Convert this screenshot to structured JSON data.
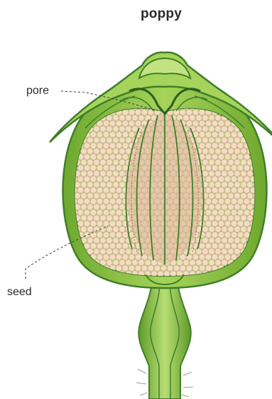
{
  "diagram": {
    "title": "poppy",
    "labels": {
      "pore": "pore",
      "seed": "seed"
    }
  },
  "colors": {
    "outer_green": "#86c13a",
    "light_green": "#b9dc74",
    "dark_green": "#3f7f2a",
    "cavity_green": "#9fcf55",
    "seed_fill": "#f4dcc4",
    "seed_stroke": "#d7b89c",
    "inner_tan": "#d9b796",
    "label_text": "#2b2b2b"
  }
}
